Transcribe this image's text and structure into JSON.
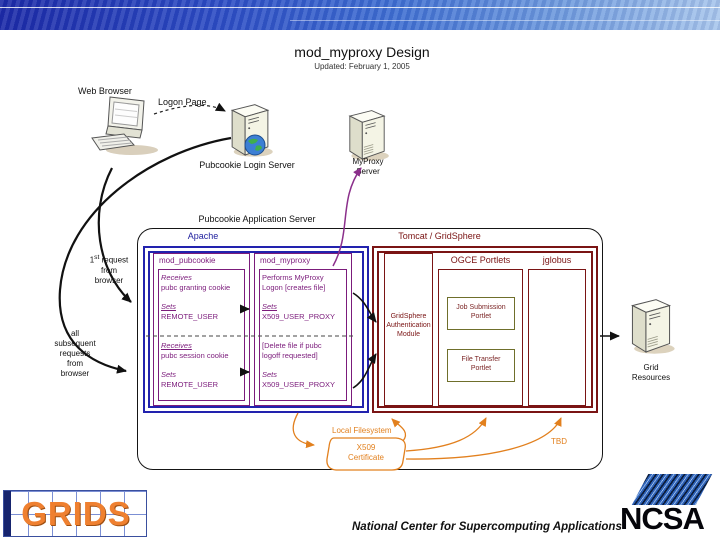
{
  "slide": {
    "title": "mod_myproxy Design",
    "subtitle": "Updated:  February 1, 2005",
    "footer_text": "National Center for Supercomputing Applications"
  },
  "logos": {
    "grids": "GRIDS",
    "ncsa": "NCSA"
  },
  "actors": {
    "web_browser": "Web Browser",
    "logon_page": "Logon Page",
    "pubcookie_login_server": "Pubcookie Login Server",
    "myproxy_server": [
      "MyProxy",
      "Server"
    ],
    "grid_resources": [
      "Grid",
      "Resources"
    ]
  },
  "annotations": {
    "first_request": {
      "num": "1",
      "ordinal": "st",
      "rest": " request",
      "line2": "from",
      "line3": "browser"
    },
    "subsequent": [
      "all",
      "subsequent",
      "requests",
      "from",
      "browser"
    ],
    "local_filesystem": "Local Filesystem",
    "x509_certificate": [
      "X509",
      "Certificate"
    ],
    "tbd": "TBD"
  },
  "app_server": {
    "label": "Pubcookie Application Server",
    "apache": {
      "label": "Apache",
      "mod_pubcookie": {
        "title": "mod_pubcookie",
        "s1_receives": "Receives",
        "s1_receives_obj": "pubc granting cookie",
        "s1_sets": "Sets",
        "s1_sets_obj": "REMOTE_USER",
        "s2_receives": "Receives",
        "s2_receives_obj": "pubc session cookie",
        "s2_sets": "Sets",
        "s2_sets_obj": "REMOTE_USER"
      },
      "mod_myproxy": {
        "title": "mod_myproxy",
        "s1_action_line1": "Performs MyProxy",
        "s1_action_line2": "Logon [creates file]",
        "s1_sets": "Sets",
        "s1_sets_obj": "X509_USER_PROXY",
        "s2_action_line1": "[Delete file if pubc",
        "s2_action_line2": "logoff requested]",
        "s2_sets": "Sets",
        "s2_sets_obj": "X509_USER_PROXY"
      }
    },
    "tomcat": {
      "label": "Tomcat / GridSphere",
      "auth_module": [
        "GridSphere",
        "Authentication",
        "Module"
      ],
      "ogce_label": "OGCE Portlets",
      "job_portlet": [
        "Job Submission",
        "Portlet"
      ],
      "file_portlet": [
        "File Transfer",
        "Portlet"
      ],
      "jglobus_label": "jglobus"
    }
  },
  "colors": {
    "banner_blue_dark": "#1c2aa8",
    "banner_blue_light": "#a8c6ec",
    "apache_blue": "#2222ae",
    "module_purple": "#7b1b7b",
    "tomcat_maroon": "#7a1414",
    "portlet_olive": "#6f6f2b",
    "arrow_orange": "#e2801e",
    "myproxy_arrow_purple": "#8b2f8b",
    "grids_orange": "#ef8030"
  }
}
